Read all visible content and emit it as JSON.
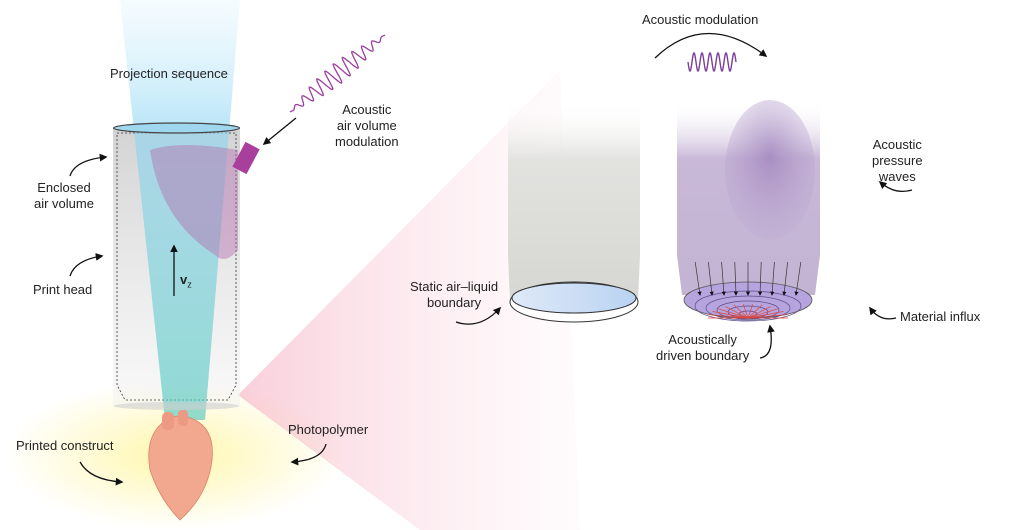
{
  "figure": {
    "left_panel": {
      "projection_sequence": "Projection sequence",
      "acoustic_air_volume_modulation": [
        "Acoustic",
        "air volume",
        "modulation"
      ],
      "enclosed_air_volume": [
        "Enclosed",
        "air volume"
      ],
      "print_head": "Print head",
      "velocity": {
        "symbol": "v",
        "subscript": "z"
      },
      "printed_construct": "Printed construct",
      "photopolymer": "Photopolymer"
    },
    "right_panel": {
      "acoustic_modulation": "Acoustic modulation",
      "static_boundary": [
        "Static air–liquid",
        "boundary"
      ],
      "acoustic_pressure_waves": [
        "Acoustic",
        "pressure",
        "waves"
      ],
      "driven_boundary": [
        "Acoustically",
        "driven boundary"
      ],
      "material_influx": "Material influx"
    },
    "colors": {
      "beam": "#7fd0f0",
      "acoustic": "#9b3fa0",
      "pressure": "#9a80b8",
      "photopolymer": "#fff3a0",
      "heart": "#f2a88f",
      "cone": "#f7b6c6"
    }
  }
}
